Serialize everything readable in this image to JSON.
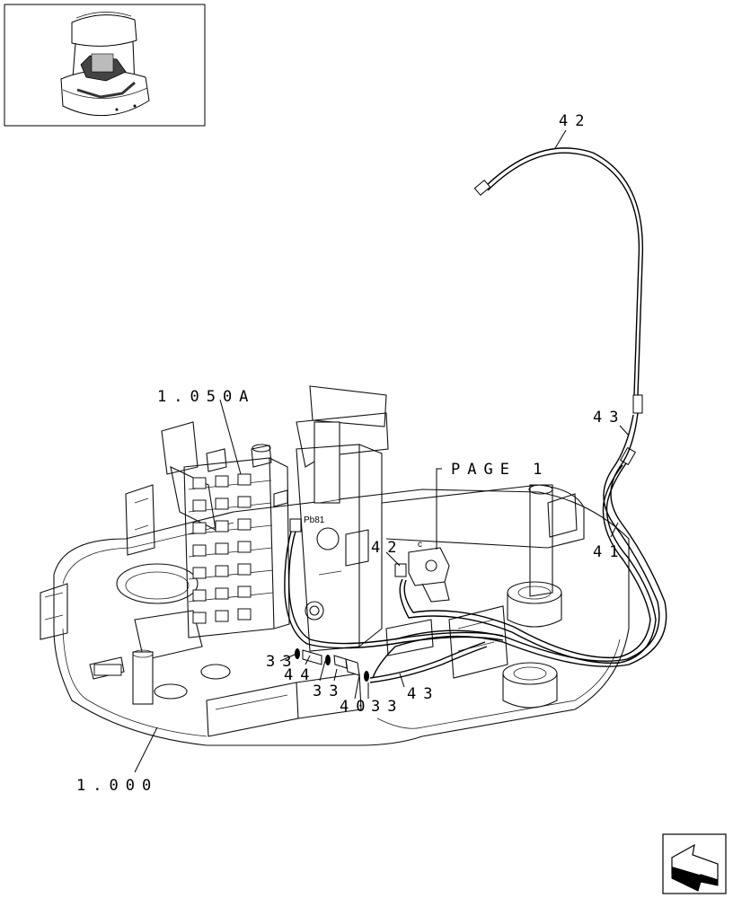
{
  "labels": {
    "ref_1050A": "1.050A",
    "ref_1000": "1.000",
    "page_ref": "PAGE 1",
    "part_42_top": "42",
    "part_43_right": "43",
    "part_41": "41",
    "part_42_mid": "42",
    "part_33_a": "33",
    "part_44": "44",
    "part_33_b": "33",
    "part_40": "40",
    "part_33_c": "33",
    "part_43_bottom": "43",
    "tag_pb81": "Pb81",
    "tag_c": "c"
  },
  "nav": {
    "icon": "next-page-arrow-icon"
  },
  "thumbnail": {
    "icon": "machine-overview-thumbnail"
  }
}
